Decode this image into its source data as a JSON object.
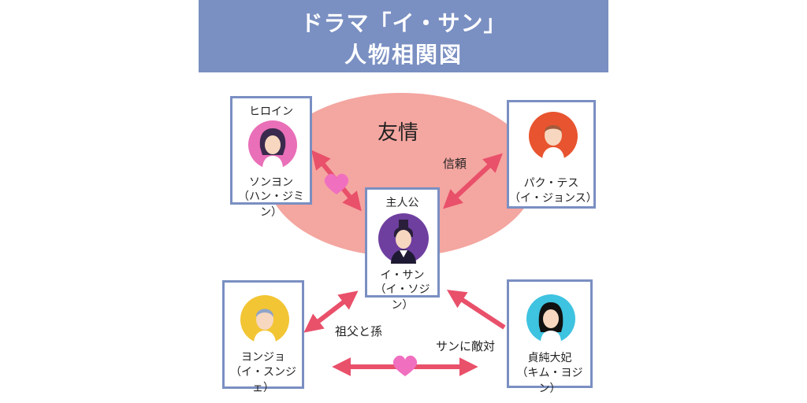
{
  "title": {
    "line1": "ドラマ「イ・サン」",
    "line2": "人物相関図"
  },
  "group_label": "友情",
  "characters": {
    "heroine": {
      "role": "ヒロイン",
      "name": "ソンヨン",
      "actor": "（ハン・ジミン）",
      "avatar_color": "#e96fb8",
      "icon": "woman-avatar-icon"
    },
    "friend": {
      "name": "パク・テス",
      "actor": "（イ・ジョンス）",
      "avatar_color": "#e8542f",
      "icon": "man-avatar-icon"
    },
    "hero": {
      "role": "主人公",
      "name": "イ・サン",
      "actor": "（イ・ソジン）",
      "avatar_color": "#6f3fa0",
      "icon": "king-avatar-icon"
    },
    "grandfather": {
      "name": "ヨンジョ",
      "actor": "（イ・スンジェ）",
      "avatar_color": "#f2c534",
      "icon": "elder-avatar-icon"
    },
    "queen": {
      "name": "貞純大妃",
      "actor": "（キム・ヨジン）",
      "avatar_color": "#3ec3e0",
      "icon": "woman-avatar-icon"
    }
  },
  "relations": {
    "trust": "信頼",
    "grandparent": "祖父と孫",
    "enemy": "サンに敵対"
  },
  "colors": {
    "banner": "#7a8fc2",
    "oval": "#f4a6a0",
    "arrow": "#e9506a",
    "heart": "#f06fbf",
    "border": "#7a8fc2"
  }
}
